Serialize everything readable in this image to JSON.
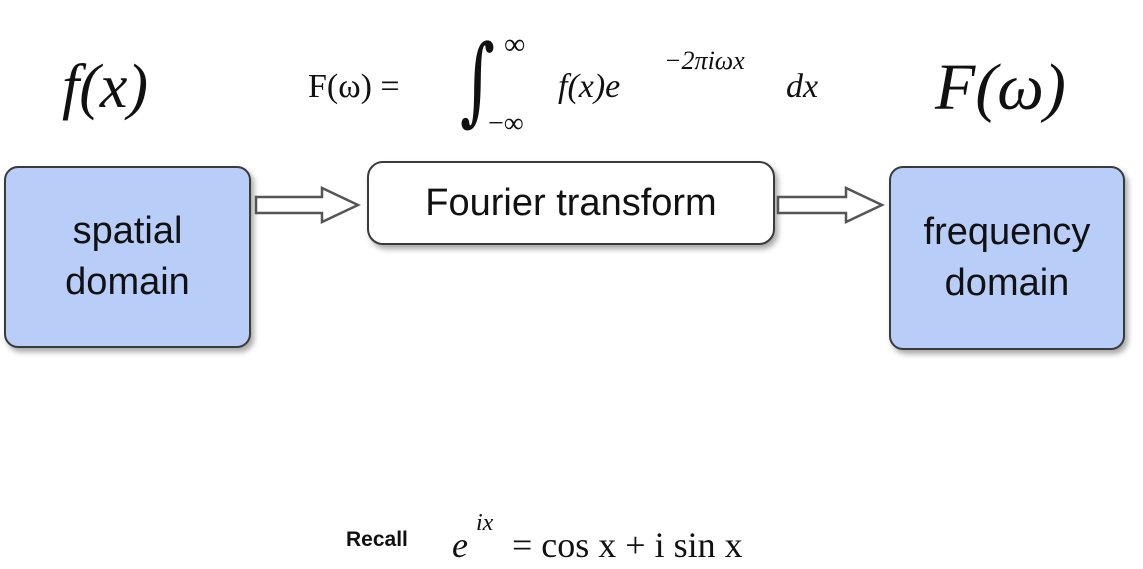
{
  "labels": {
    "left_func": "f(x)",
    "right_func": "F(ω)"
  },
  "formula": {
    "lhs": "F(ω) =",
    "upper_limit": "∞",
    "lower_limit": "−∞",
    "integrand": "f(x)e",
    "exponent": "−2πiωx",
    "differential": "dx"
  },
  "boxes": {
    "spatial_line1": "spatial",
    "spatial_line2": "domain",
    "transform": "Fourier transform",
    "frequency_line1": "frequency",
    "frequency_line2": "domain"
  },
  "recall": {
    "word": "Recall",
    "lhs_base": "e",
    "lhs_exp": "ix",
    "rhs": "= cos x + i sin x"
  },
  "colors": {
    "domain_box_fill": "#b8cdf8",
    "box_border": "#3a3a3a"
  }
}
